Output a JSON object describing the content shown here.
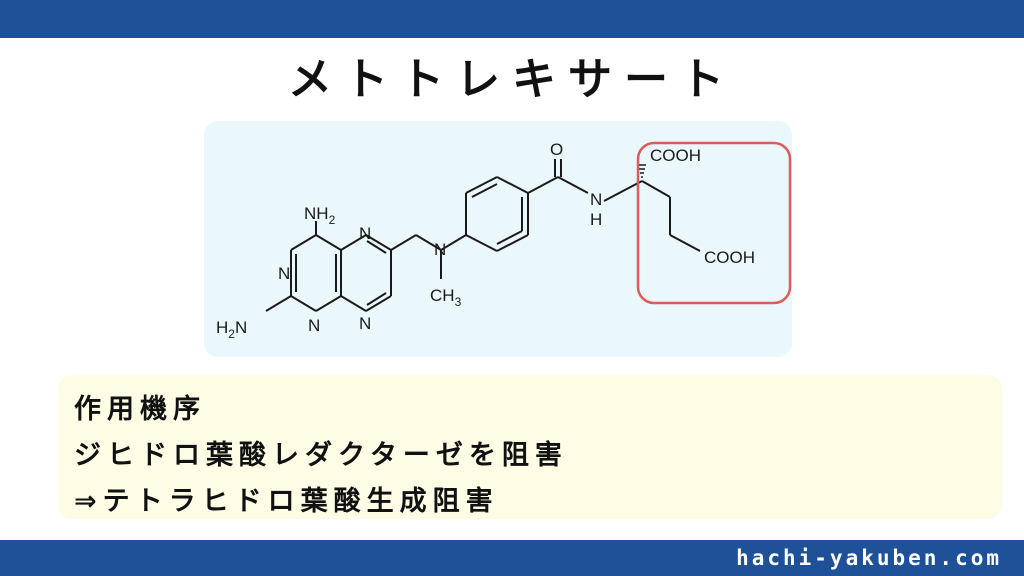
{
  "header": {
    "title": "メトトレキサート"
  },
  "structure": {
    "labels": {
      "nh2_top": "NH",
      "nh2_top_sub": "2",
      "h2n": "H",
      "h2n_sub": "2",
      "h2n_end": "N",
      "n_ring_left": "N",
      "n_ring_bottom": "N",
      "n_pyrazine_top": "N",
      "n_pyrazine_bottom": "N",
      "n_methyl": "N",
      "ch3": "CH",
      "ch3_sub": "3",
      "carbonyl_o": "O",
      "amide_n": "N",
      "amide_h": "H",
      "cooh_alpha": "COOH",
      "cooh_side": "COOH"
    },
    "colors": {
      "bond": "#1a1a1a",
      "highlight": "#e05a5a"
    }
  },
  "mechanism": {
    "heading": "作用機序",
    "line1": "ジヒドロ葉酸レダクターゼを阻害",
    "line2": "⇒テトラヒドロ葉酸生成阻害"
  },
  "footer": {
    "site": "hachi-yakuben.com"
  },
  "colors": {
    "brand": "#1f5199",
    "structure_bg": "#eaf8fb",
    "mechanism_bg": "#fdfde6"
  }
}
